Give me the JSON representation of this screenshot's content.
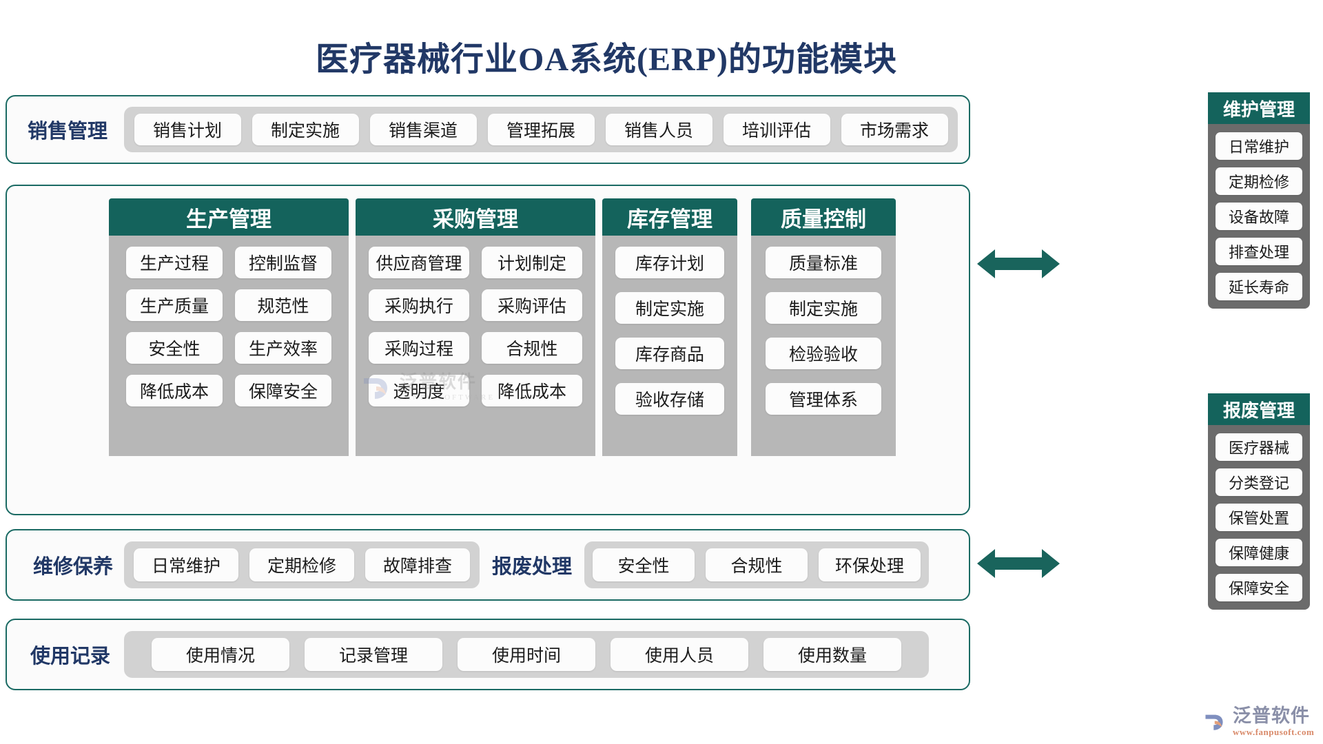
{
  "title": "医疗器械行业OA系统(ERP)的功能模块",
  "colors": {
    "title": "#213866",
    "teal": "#14635c",
    "outline": "#1a6a63",
    "tray": "#d2d2d2",
    "column_body": "#b7b7b7",
    "sidebar_body": "#6b6b6b",
    "pill": "#fcfcfc"
  },
  "sales_row": {
    "label": "销售管理",
    "items": [
      "销售计划",
      "制定实施",
      "销售渠道",
      "管理拓展",
      "销售人员",
      "培训评估",
      "市场需求"
    ]
  },
  "columns": [
    {
      "title": "生产管理",
      "items": [
        "生产过程",
        "控制监督",
        "生产质量",
        "规范性",
        "安全性",
        "生产效率",
        "降低成本",
        "保障安全"
      ]
    },
    {
      "title": "采购管理",
      "items": [
        "供应商管理",
        "计划制定",
        "采购执行",
        "采购评估",
        "采购过程",
        "合规性",
        "透明度",
        "降低成本"
      ]
    },
    {
      "title": "库存管理",
      "items": [
        "库存计划",
        "制定实施",
        "库存商品",
        "验收存储"
      ]
    },
    {
      "title": "质量控制",
      "items": [
        "质量标准",
        "制定实施",
        "检验验收",
        "管理体系"
      ]
    }
  ],
  "maintenance_row": {
    "left_label": "维修保养",
    "left_items": [
      "日常维护",
      "定期检修",
      "故障排查"
    ],
    "right_label": "报废处理",
    "right_items": [
      "安全性",
      "合规性",
      "环保处理"
    ]
  },
  "usage_row": {
    "label": "使用记录",
    "items": [
      "使用情况",
      "记录管理",
      "使用时间",
      "使用人员",
      "使用数量"
    ]
  },
  "sidebar": [
    {
      "title": "维护管理",
      "items": [
        "日常维护",
        "定期检修",
        "设备故障",
        "排查处理",
        "延长寿命"
      ]
    },
    {
      "title": "报废管理",
      "items": [
        "医疗器械",
        "分类登记",
        "保管处置",
        "保障健康",
        "保障安全"
      ]
    }
  ],
  "watermark": {
    "cn": "泛普软件",
    "en": "FANPU SOFTWARE"
  },
  "brand": {
    "cn": "泛普软件",
    "en": "www.fanpusoft.com"
  },
  "icons": {
    "arrow_right": "double-arrow-icon",
    "logo": "fanpu-logo-icon"
  }
}
